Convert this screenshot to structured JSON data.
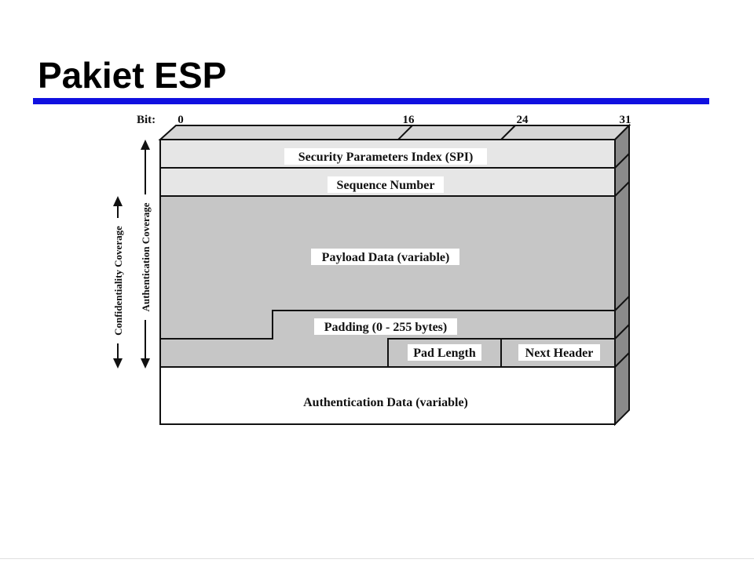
{
  "slide": {
    "title": "Pakiet ESP",
    "accent_color": "#1010e0"
  },
  "diagram": {
    "bit_label": "Bit:",
    "bit_ticks": [
      "0",
      "16",
      "24",
      "31"
    ],
    "fields": {
      "spi": "Security Parameters Index (SPI)",
      "sequence": "Sequence Number",
      "payload": "Payload Data (variable)",
      "padding": "Padding (0 - 255 bytes)",
      "pad_length": "Pad Length",
      "next_header": "Next Header",
      "auth_data": "Authentication Data (variable)"
    },
    "coverage": {
      "confidentiality": "Confidentiality Coverage",
      "authentication": "Authentication Coverage"
    },
    "colors": {
      "header_fill": "#e6e6e6",
      "body_fill": "#c6c6c6",
      "side_fill": "#8a8a8a",
      "top_fill": "#d6d6d6",
      "auth_fill": "#ffffff",
      "label_bg": "#ffffff"
    }
  }
}
